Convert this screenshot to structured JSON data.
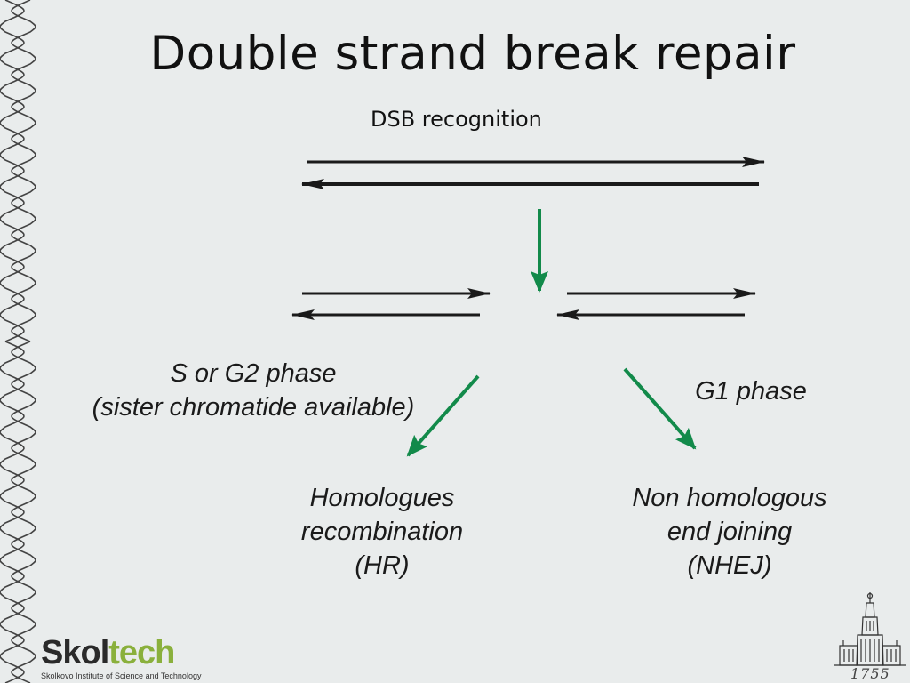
{
  "title": "Double strand break repair",
  "dsb_label": "DSB recognition",
  "left_condition": {
    "line1": "S or G2 phase",
    "line2": "(sister chromatide available)"
  },
  "right_condition": "G1 phase",
  "hr_outcome": {
    "line1": "Homologues",
    "line2": "recombination",
    "line3": "(HR)"
  },
  "nhej_outcome": {
    "line1": "Non homologous",
    "line2": "end joining",
    "line3": "(NHEJ)"
  },
  "logo": {
    "word_a": "Skol",
    "word_b": "tech",
    "subtitle": "Skolkovo Institute of Science and Technology"
  },
  "emblem_year": "1755",
  "colors": {
    "arrow_green": "#128a4a",
    "strand": "#1a1a1a",
    "logo_accent": "#8ab03c",
    "background": "#e9ecec"
  }
}
